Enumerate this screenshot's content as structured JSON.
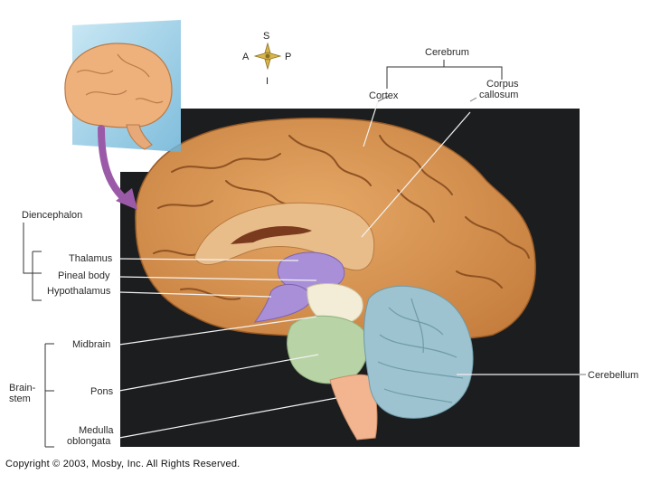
{
  "compass": {
    "superior": "S",
    "anterior": "A",
    "posterior": "P",
    "inferior": "I"
  },
  "labels": {
    "cerebrum": "Cerebrum",
    "cortex": "Cortex",
    "corpus_callosum_1": "Corpus",
    "corpus_callosum_2": "callosum",
    "diencephalon": "Diencephalon",
    "thalamus": "Thalamus",
    "pineal_body": "Pineal body",
    "hypothalamus": "Hypothalamus",
    "midbrain": "Midbrain",
    "brainstem_1": "Brain-",
    "brainstem_2": "stem",
    "pons": "Pons",
    "medulla_1": "Medulla",
    "medulla_2": "oblongata",
    "cerebellum": "Cerebellum"
  },
  "copyright": "Copyright © 2003, Mosby, Inc. All Rights Reserved.",
  "colors": {
    "background_photo": "#1c1d1f",
    "cerebrum": "#d9944f",
    "thalamus": "#a98fd8",
    "pineal": "#f3ecd6",
    "midbrain": "#f5efd9",
    "pons": "#b8d3a6",
    "medulla": "#f2b58f",
    "cerebellum": "#9cc3cf"
  }
}
